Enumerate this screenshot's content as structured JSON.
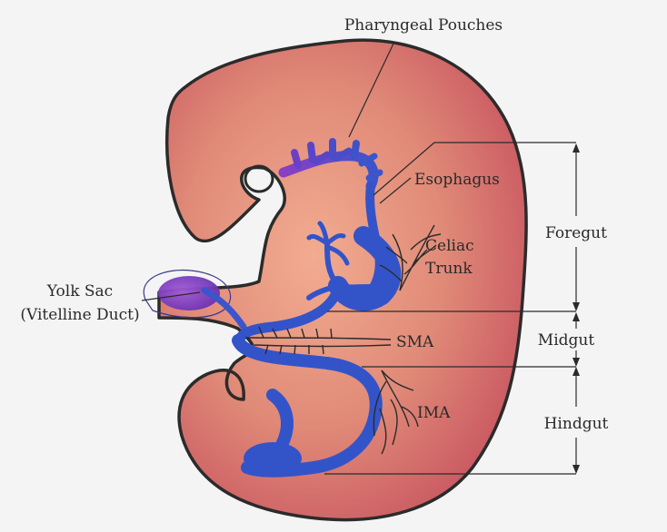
{
  "labels": {
    "pharyngeal_pouches": "Pharyngeal Pouches",
    "esophagus": "Esophagus",
    "celiac_line1": "Celiac",
    "celiac_line2": "Trunk",
    "sma": "SMA",
    "ima": "IMA",
    "yolk_line1": "Yolk Sac",
    "yolk_line2": "(Vitelline Duct)",
    "foregut": "Foregut",
    "midgut": "Midgut",
    "hindgut": "Hindgut"
  },
  "colors": {
    "background": "#f4f4f4",
    "body_light": "#efa68a",
    "body_dark": "#c8565b",
    "outline": "#2b2b2b",
    "gut": "#3354c9",
    "gut_purple": "#7a3fc0"
  }
}
